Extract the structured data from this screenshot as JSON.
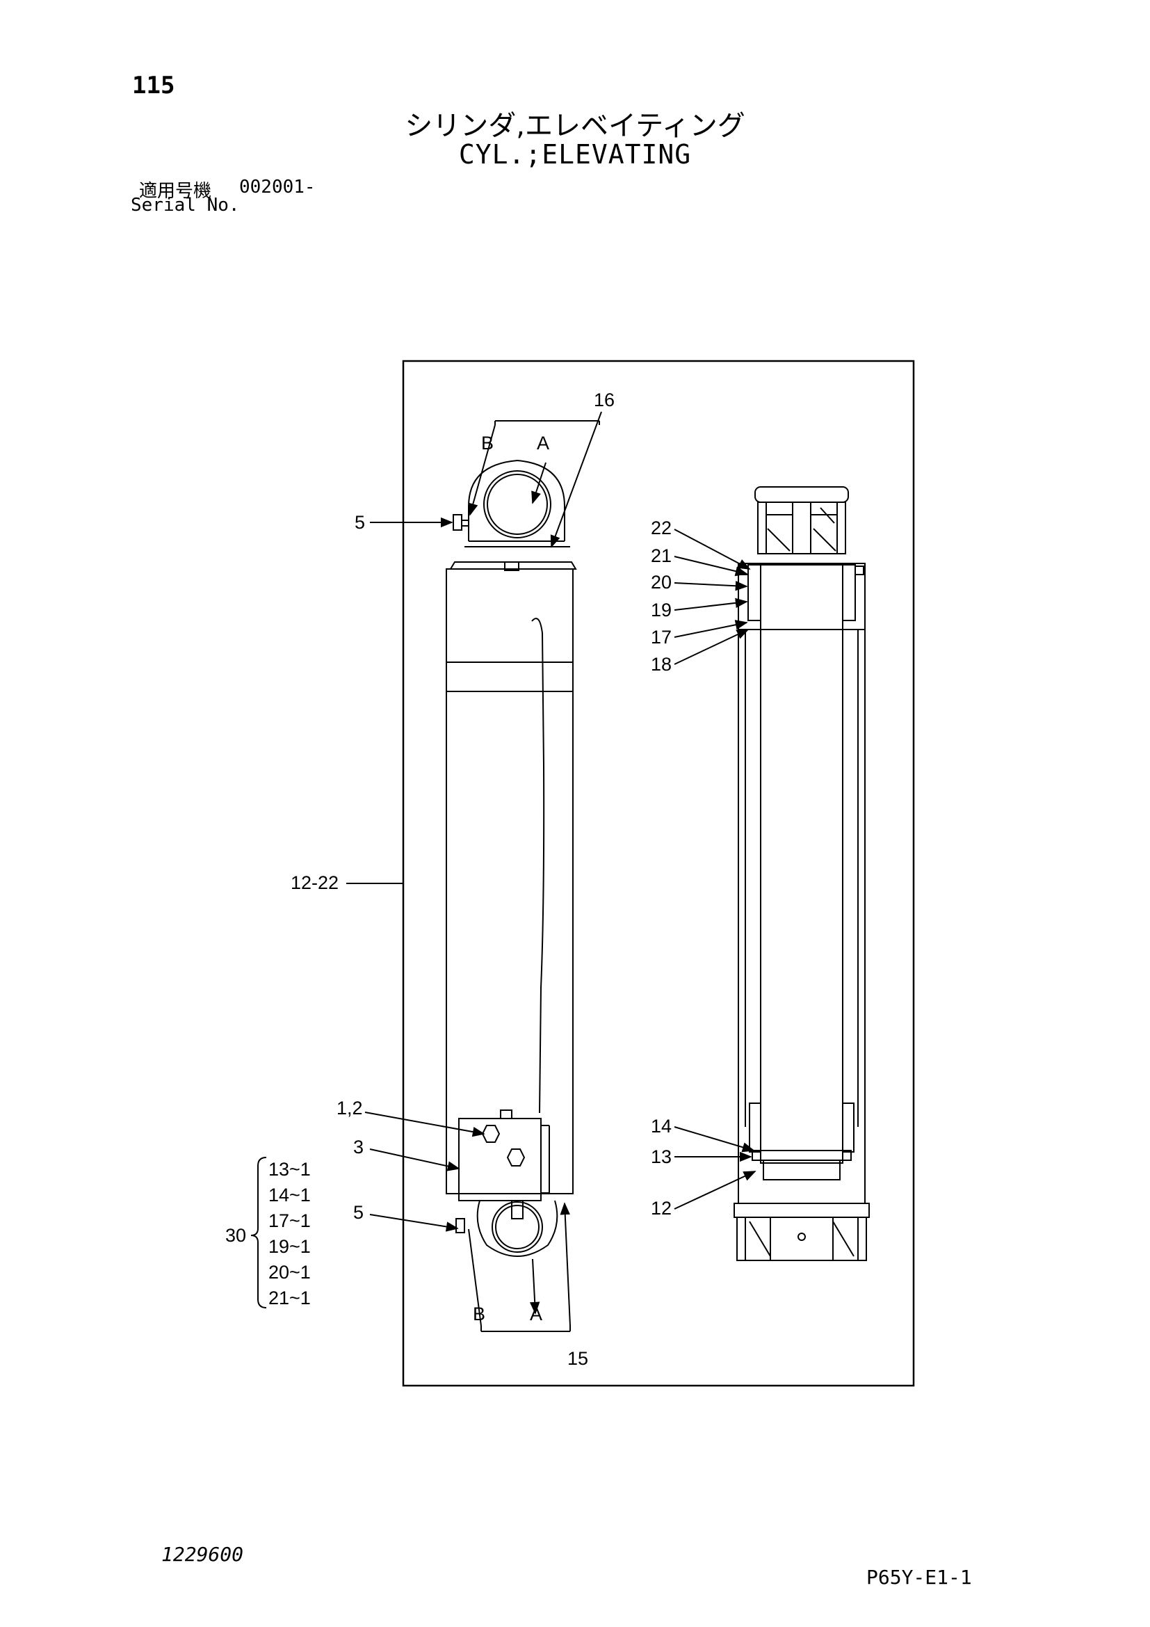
{
  "page": {
    "number": "115",
    "title_ja": "シリンダ,エレベイティング",
    "title_en": "CYL.;ELEVATING",
    "serial_label_ja": "適用号機",
    "serial_value": "002001-",
    "serial_label_en": "Serial No.",
    "drawing_number": "1229600",
    "page_code": "P65Y-E1-1"
  },
  "callouts": {
    "c16": "16",
    "b_top": "B",
    "a_top": "A",
    "c5_top": "5",
    "c12_22": "12-22",
    "c1_2": "1,2",
    "c3": "3",
    "c5_bottom": "5",
    "b_bottom": "B",
    "a_bottom": "A",
    "c15": "15",
    "c22": "22",
    "c21": "21",
    "c20": "20",
    "c19": "19",
    "c17": "17",
    "c18": "18",
    "c14": "14",
    "c13": "13",
    "c12": "12"
  },
  "kit": {
    "number": "30",
    "items": [
      "13~1",
      "14~1",
      "17~1",
      "19~1",
      "20~1",
      "21~1"
    ]
  }
}
